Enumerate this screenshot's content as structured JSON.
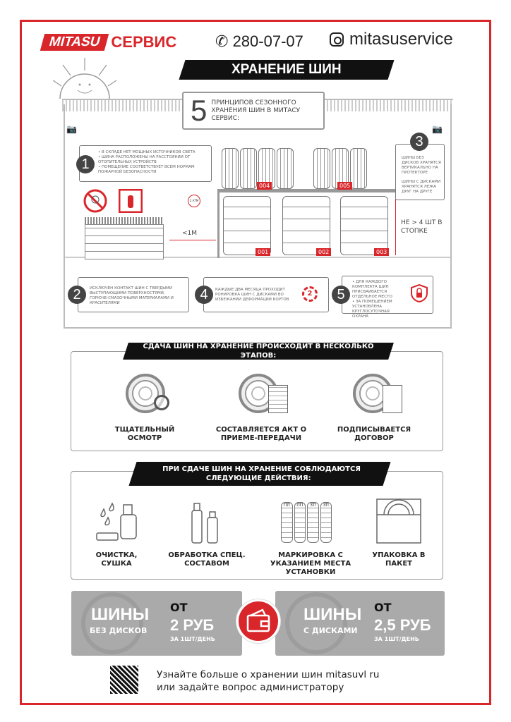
{
  "header": {
    "logo_left": "MITASU",
    "logo_right": "СЕРВИС",
    "phone": "280-07-07",
    "instagram": "mitasuservice",
    "title": "ХРАНЕНИЕ ШИН"
  },
  "principles": {
    "number": "5",
    "text": "ПРИНЦИПОВ СЕЗОННОГО ХРАНЕНИЯ ШИН В МИТАСУ СЕРВИС:",
    "items": [
      {
        "n": "1",
        "lines": [
          "• В СКЛАДЕ НЕТ МОЩНЫХ ИСТОЧНИКОВ СВЕТА",
          "• ШИНА РАСПОЛОЖЕНЫ НА РАССТОЯНИИ ОТ ОТОПИТЕЛЬНЫХ УСТРОЙСТВ",
          "• ПОМЕЩЕНИЕ СООТВЕТСТВУЕТ ВСЕМ НОРМАМ ПОЖАРНОЙ БЕЗОПАСНОСТИ"
        ]
      },
      {
        "n": "2",
        "lines": [
          "ИСКЛЮЧЕН КОНТАКТ ШИН С ТВЕРДЫМИ ВЫСТУПАЮЩИМИ ПОВЕРХНОСТЯМИ, ГОРЮЧЕ-СМАЗОЧНЫМИ МАТЕРИАЛАМИ И КРАСИТЕЛЯМИ"
        ]
      },
      {
        "n": "3",
        "lines": [
          "ШИНЫ БЕЗ ДИСКОВ ХРАНЯТСЯ ВЕРТИКАЛЬНО НА ПРОТЕКТОРЕ",
          "ШИНЫ С ДИСКАМИ ХРАНЯТСЯ ЛЕЖА ДРУГ НА ДРУГЕ"
        ]
      },
      {
        "n": "4",
        "lines": [
          "КАЖДЫЕ ДВА МЕСЯЦА ПРОХОДИТ РОНИРОВКА ШИН С ДИСКАМИ ВО ИЗБЕЖАНИИ ДЕФОРМАЦИИ БОРТОВ"
        ]
      },
      {
        "n": "5",
        "lines": [
          "• ДЛЯ КАЖДОГО КОМПЛЕКТА ШИН ПРИСВАИВАЕТСЯ ОТДЕЛЬНОЕ МЕСТО",
          "• ЗА ПОМЕЩЕНИЕМ УСТАНОВЛЕНА КРУГЛОСУТОЧНАЯ ОХРАНА"
        ]
      }
    ],
    "tags": [
      "004",
      "005",
      "001",
      "002",
      "003"
    ],
    "distance": "<1М",
    "stack_limit": "НЕ > 4 ШТ В СТОПКЕ",
    "pressure": "2 АТМ",
    "rotation_badge": "2"
  },
  "stages": {
    "title": "СДАЧА ШИН НА ХРАНЕНИЕ ПРОИСХОДИТ В НЕСКОЛЬКО ЭТАПОВ:",
    "items": [
      "ТЩАТЕЛЬНЫЙ ОСМОТР",
      "СОСТАВЛЯЕТСЯ АКТ О ПРИЕМЕ-ПЕРЕДАЧИ",
      "ПОДПИСЫВАЕТСЯ ДОГОВОР"
    ]
  },
  "actions": {
    "title_1": "ПРИ СДАЧЕ ШИН НА ХРАНЕНИЕ СОБЛЮДАЮТСЯ",
    "title_2": "СЛЕДУЮЩИЕ ДЕЙСТВИЯ:",
    "items": [
      "ОЧИСТКА, СУШКА",
      "ОБРАБОТКА СПЕЦ. СОСТАВОМ",
      "МАРКИРОВКА С УКАЗАНИЕМ МЕСТА УСТАНОВКИ",
      "УПАКОВКА В ПАКЕТ"
    ],
    "marks": [
      "ПЛ",
      "ПП",
      "ЗЛ",
      "ЗП"
    ]
  },
  "prices": [
    {
      "title": "ШИНЫ",
      "subtitle": "БЕЗ ДИСКОВ",
      "from": "ОТ",
      "price": "2 РУБ",
      "unit": "ЗА 1ШТ/ДЕНЬ"
    },
    {
      "title": "ШИНЫ",
      "subtitle": "С ДИСКАМИ",
      "from": "ОТ",
      "price": "2,5 РУБ",
      "unit": "ЗА 1ШТ/ДЕНЬ"
    }
  ],
  "footer": {
    "line1": "Узнайте больше о хранении шин  mitasuvl ru",
    "line2": "или задайте вопрос администратору"
  },
  "colors": {
    "accent": "#d9262b",
    "dark": "#111111",
    "grey": "#aaaaaa"
  }
}
